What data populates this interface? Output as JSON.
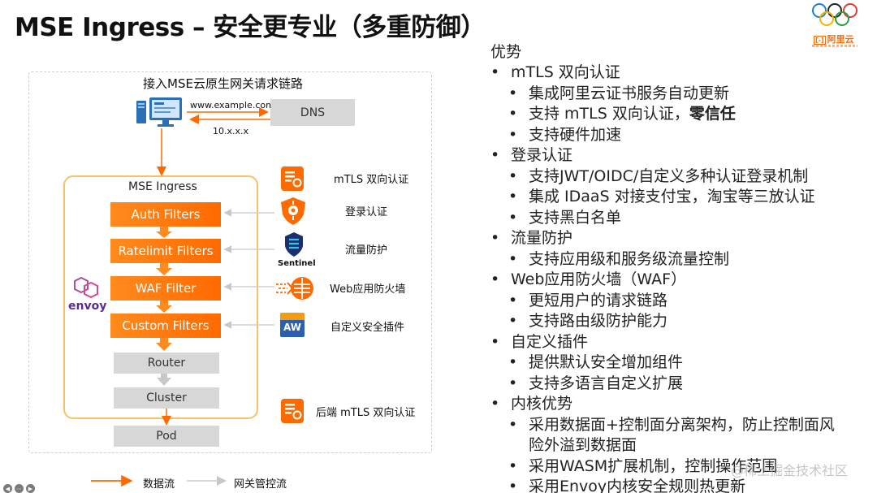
{
  "title": "MSE Ingress – 安全更专业（多重防御）",
  "logo": {
    "bracket": "[-]",
    "name": "阿里云"
  },
  "diagram": {
    "frame_title": "接入MSE云原生网关请求链路",
    "domain_label": "www.example.com",
    "dns_label": "DNS",
    "ip_label": "10.x.x.x",
    "ingress_title": "MSE Ingress",
    "filters": [
      "Auth Filters",
      "Ratelimit Filters",
      "WAF Filter",
      "Custom Filters"
    ],
    "router": "Router",
    "cluster": "Cluster",
    "pod": "Pod",
    "envoy": "envoy",
    "sentinel": "Sentinel",
    "aw_badge": "AW",
    "features": [
      "mTLS 双向认证",
      "登录认证",
      "流量防护",
      "Web应用防火墙",
      "自定义安全插件",
      "后端 mTLS 双向认证"
    ],
    "legend": {
      "data_flow": "数据流",
      "control_flow": "网关管控流"
    },
    "colors": {
      "accent": "#ff6a00",
      "gray_box": "#d7d7d7",
      "ingress_border": "#f7c16a",
      "envoy": "#5a2d91"
    }
  },
  "advantages": {
    "heading": "优势",
    "sections": [
      {
        "title": "mTLS 双向认证",
        "items": [
          "集成阿里云证书服务自动更新",
          "支持 mTLS 双向认证，",
          "支持硬件加速"
        ],
        "emphasis": "零信任"
      },
      {
        "title": "登录认证",
        "items": [
          "支持JWT/OIDC/自定义多种认证登录机制",
          "集成 IDaaS 对接支付宝，淘宝等三放认证",
          "支持黑白名单"
        ]
      },
      {
        "title": "流量防护",
        "items": [
          "支持应用级和服务级流量控制"
        ]
      },
      {
        "title": "Web应用防火墙（WAF）",
        "items": [
          "更短用户的请求链路",
          "支持路由级防护能力"
        ]
      },
      {
        "title": "自定义插件",
        "items": [
          "提供默认安全增加组件",
          "支持多语言自定义扩展"
        ]
      },
      {
        "title": "内核优势",
        "items": [
          "采用数据面+控制面分离架构，防止控制面风险外溢到数据面",
          "采用WASM扩展机制，控制操作范围",
          "采用Envoy内核安全规则热更新"
        ]
      }
    ]
  },
  "watermark": "@稀土掘金技术社区"
}
